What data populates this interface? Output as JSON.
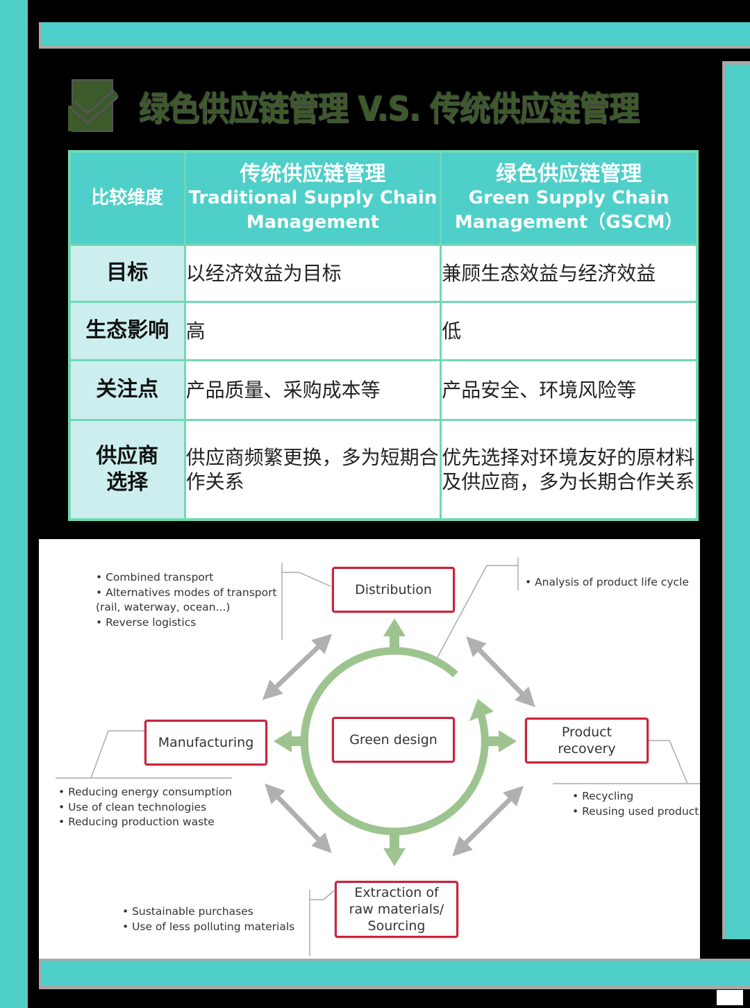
{
  "title": {
    "text": "绿色供应链管理 V.S. 传统供应链管理",
    "icon": "checkbox-check-icon",
    "color": "#3c5a2a"
  },
  "colors": {
    "accent_teal": "#4ecfc9",
    "table_border": "#6fd9b2",
    "row_label_bg": "#cdeeee",
    "box_border": "#c9233a",
    "green_arrow": "#9dc48f",
    "gray_arrow": "#b0b0b0"
  },
  "table": {
    "headers": [
      {
        "cn": "比较维度",
        "en": ""
      },
      {
        "cn": "传统供应链管理",
        "en": "Traditional Supply Chain Management"
      },
      {
        "cn": "绿色供应链管理",
        "en": "Green Supply Chain Management（GSCM）"
      }
    ],
    "rows": [
      {
        "label": "目标",
        "traditional": "以经济效益为目标",
        "green": "兼顾生态效益与经济效益"
      },
      {
        "label": "生态影响",
        "traditional": "高",
        "green": "低"
      },
      {
        "label": "关注点",
        "traditional": "产品质量、采购成本等",
        "green": "产品安全、环境风险等"
      },
      {
        "label": "供应商选择",
        "traditional": "供应商频繁更换，多为短期合作关系",
        "green": "优先选择对环境友好的原材料及供应商，多为长期合作关系"
      }
    ]
  },
  "diagram": {
    "center": "Green design",
    "nodes": {
      "distribution": "Distribution",
      "manufacturing": "Manufacturing",
      "product_recovery_line1": "Product",
      "product_recovery_line2": "recovery",
      "extraction_line1": "Extraction of",
      "extraction_line2": "raw materials/",
      "extraction_line3": "Sourcing"
    },
    "notes": {
      "distribution": [
        "• Combined transport",
        "• Alternatives modes of transport",
        "(rail, waterway, ocean...)",
        "• Reverse logistics"
      ],
      "green_design": [
        "• Analysis of product life cycle"
      ],
      "manufacturing": [
        "• Reducing energy consumption",
        "• Use of clean technologies",
        "• Reducing production waste"
      ],
      "product_recovery": [
        "• Recycling",
        "• Reusing used product"
      ],
      "extraction": [
        "• Sustainable purchases",
        "• Use of less polluting materials"
      ]
    }
  }
}
